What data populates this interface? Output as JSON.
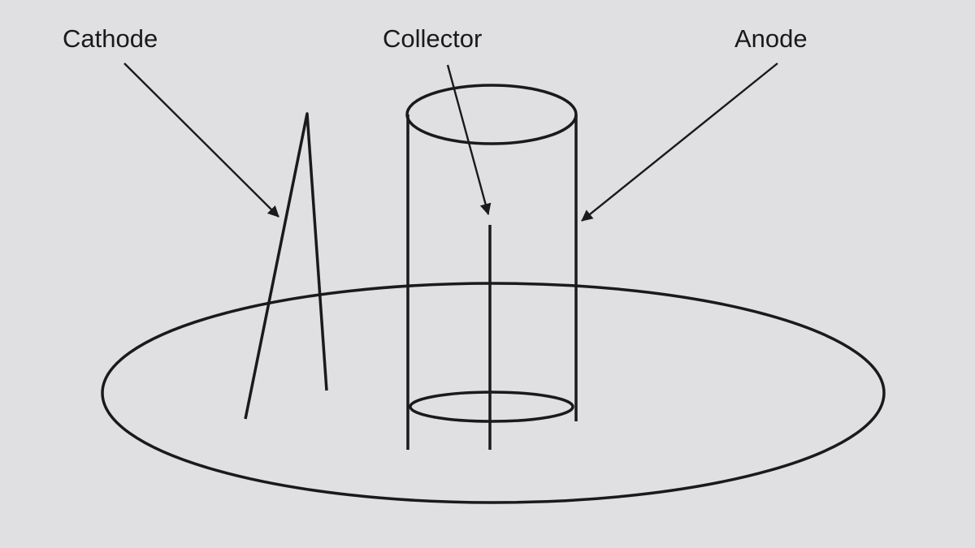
{
  "diagram": {
    "labels": {
      "cathode": "Cathode",
      "collector": "Collector",
      "anode": "Anode"
    },
    "colors": {
      "background": "#e0dfe1",
      "ink": "#1a1a1a"
    }
  }
}
